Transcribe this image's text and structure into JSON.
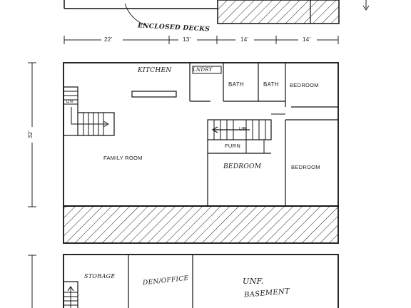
{
  "top_section": {
    "note": "ENCLOSED DECKS"
  },
  "dimensions": {
    "widths": [
      "22'",
      "13'",
      "14'",
      "14'"
    ],
    "depth": "32'"
  },
  "main_floor": {
    "rooms": {
      "kitchen": "KITCHEN",
      "laundry": "LNDRY",
      "bath1": "BATH",
      "bath2": "BATH",
      "bedroom1": "BEDROOM",
      "family_room": "FAMILY ROOM",
      "furnace": "FURN",
      "bedroom2": "BEDROOM",
      "bedroom3": "BEDROOM",
      "stair_up": "UP",
      "stair_dn": "DN"
    }
  },
  "lower_floor": {
    "rooms": {
      "storage": "STORAGE",
      "den": "DEN/OFFICE",
      "unf_line1": "UNF.",
      "unf_line2": "BASEMENT"
    }
  }
}
